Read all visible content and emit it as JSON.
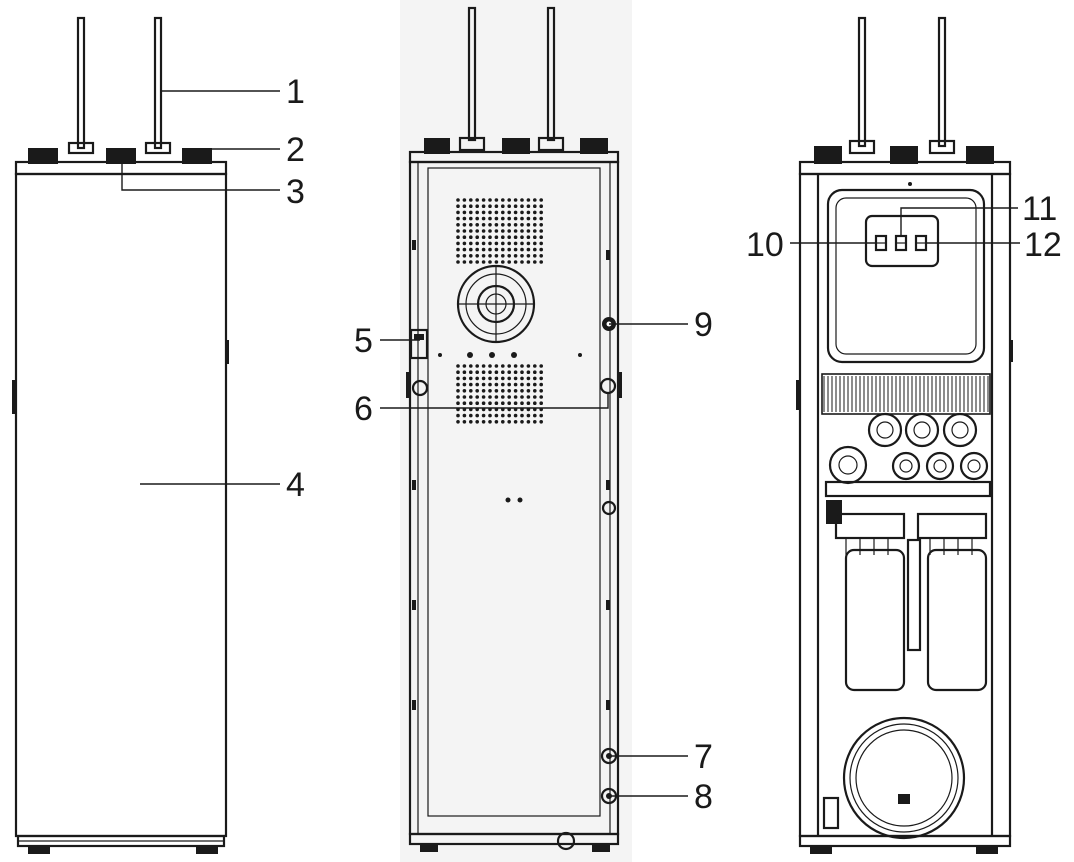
{
  "figure": {
    "views": [
      "front-view",
      "rear-view",
      "interior-view"
    ],
    "callouts": [
      {
        "id": "1",
        "text": "1"
      },
      {
        "id": "2",
        "text": "2"
      },
      {
        "id": "3",
        "text": "3"
      },
      {
        "id": "4",
        "text": "4"
      },
      {
        "id": "5",
        "text": "5"
      },
      {
        "id": "6",
        "text": "6"
      },
      {
        "id": "7",
        "text": "7"
      },
      {
        "id": "8",
        "text": "8"
      },
      {
        "id": "9",
        "text": "9"
      },
      {
        "id": "10",
        "text": "10"
      },
      {
        "id": "11",
        "text": "11"
      },
      {
        "id": "12",
        "text": "12"
      }
    ]
  },
  "colors": {
    "line": "#1a1a1a",
    "background": "#ffffff",
    "panel": "#f4f4f4"
  }
}
